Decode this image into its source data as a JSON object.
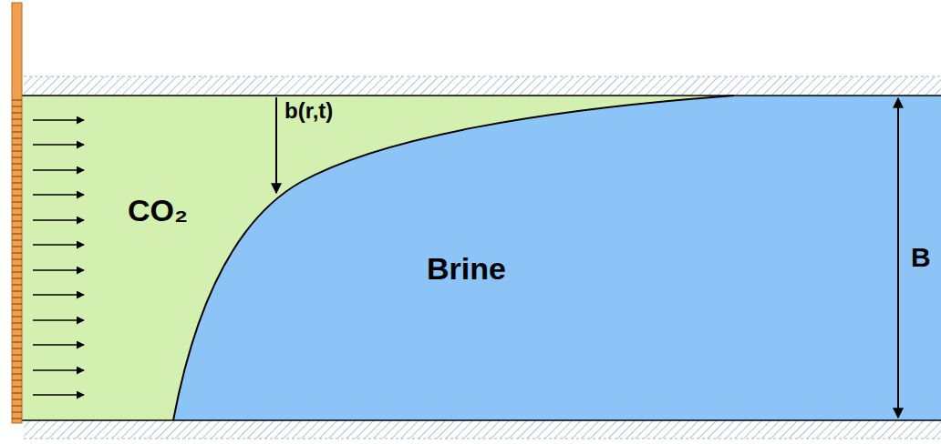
{
  "diagram": {
    "nodes": [
      {
        "text": [
          "CO₂"
        ]
      },
      {
        "text": [
          "Brine"
        ]
      }
    ],
    "labels": [
      "b(r,t)",
      "B"
    ]
  }
}
